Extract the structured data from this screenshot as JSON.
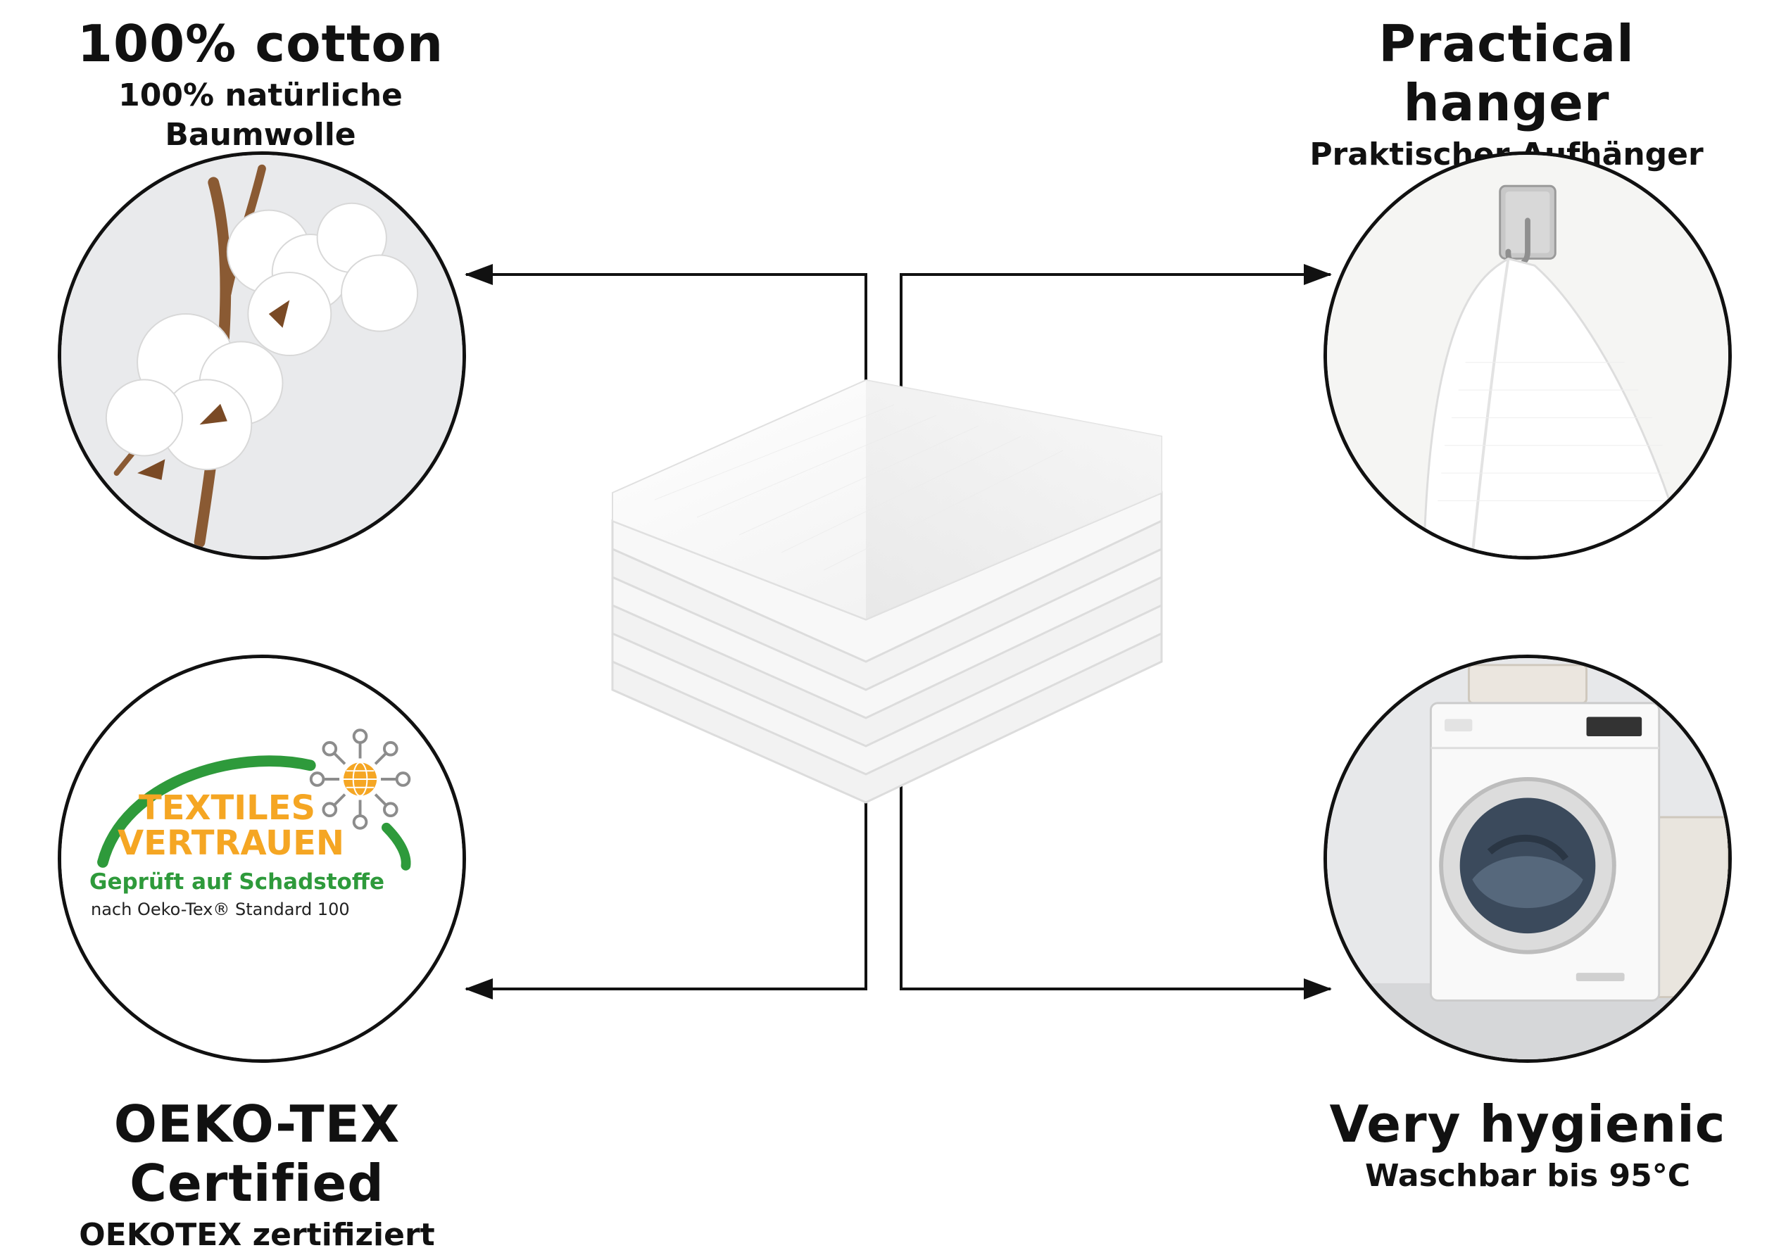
{
  "features": {
    "cotton": {
      "title": "100% cotton",
      "subtitle": "100% natürliche Baumwolle"
    },
    "hanger": {
      "title": "Practical hanger",
      "subtitle": "Praktischer Aufhänger"
    },
    "oekotex": {
      "title": "OEKO-TEX Certified",
      "subtitle": "OEKOTEX zertifiziert"
    },
    "hygienic": {
      "title": "Very hygienic",
      "subtitle": "Waschbar bis 95°C"
    }
  },
  "oeko_logo": {
    "line1": "TEXTILES",
    "line2": "VERTRAUEN",
    "line3": "Geprüft auf Schadstoffe",
    "line4": "nach Oeko-Tex® Standard 100"
  },
  "icons": {
    "cotton": "cotton-plant-image",
    "hanger": "towel-on-hook-image",
    "oekotex": "oeko-tex-logo",
    "hygienic": "washing-machine-image",
    "product": "folded-towels-image"
  },
  "colors": {
    "text": "#111111",
    "line": "#111111",
    "oeko_green": "#2e9a3b",
    "oeko_orange": "#f5a623"
  }
}
